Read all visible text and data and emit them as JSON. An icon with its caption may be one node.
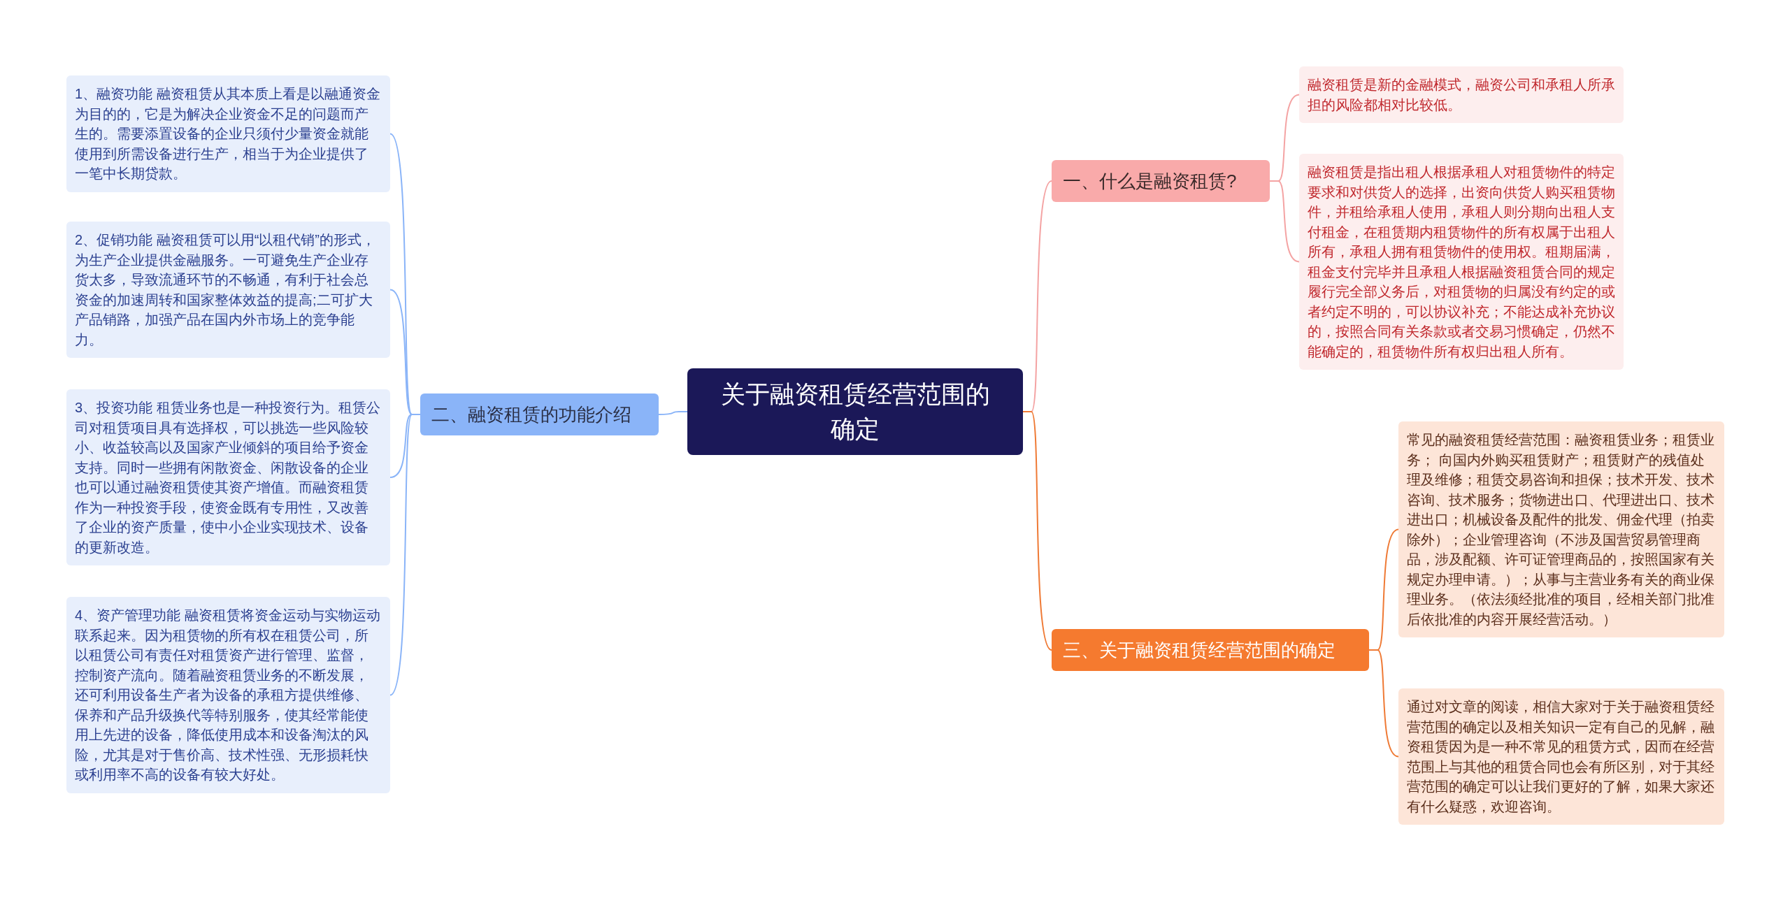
{
  "diagram": {
    "nodes": [
      {
        "text": [
          "关于融资租赁经营范围的确定"
        ]
      },
      {
        "text": [
          "一、什么是融资租赁?"
        ]
      },
      {
        "text": [
          "融资租赁是新的金融模式，融资公司和承租人所承担的风险都相对比较低。"
        ]
      },
      {
        "text": [
          "融资租赁是指出租人根据承租人对租赁物件的特定要求和对供货人的选择，出资向供货人购买租赁物件，并租给承租人使用，承租人则分期向出租人支付租金，在租赁期内租赁物件的所有权属于出租人所有，承租人拥有租赁物件的使用权。租期届满，租金支付完毕并且承租人根据融资租赁合同的规定履行完全部义务后，对租赁物的归属没有约定的或者约定不明的，可以协议补充；不能达成补充协议的，按照合同有关条款或者交易习惯确定，仍然不能确定的，租赁物件所有权归出租人所有。"
        ]
      },
      {
        "text": [
          "三、关于融资租赁经营范围的确定"
        ]
      },
      {
        "text": [
          "常见的融资租赁经营范围：融资租赁业务；租赁业务； 向国内外购买租赁财产；租赁财产的残值处理及维修；租赁交易咨询和担保；技术开发、技术咨询、技术服务；货物进出口、代理进出口、技术进出口；机械设备及配件的批发、佣金代理（拍卖除外）；企业管理咨询（不涉及国营贸易管理商品，涉及配额、许可证管理商品的，按照国家有关规定办理申请。）；从事与主营业务有关的商业保理业务。（依法须经批准的项目，经相关部门批准后依批准的内容开展经营活动。）"
        ]
      },
      {
        "text": [
          "通过对文章的阅读，相信大家对于关于融资租赁经营范围的确定以及相关知识一定有自己的见解，融资租赁因为是一种不常见的租赁方式，因而在经营范围上与其他的租赁合同也会有所区别，对于其经营范围的确定可以让我们更好的了解，如果大家还有什么疑惑，欢迎咨询。"
        ]
      },
      {
        "text": [
          "二、融资租赁的功能介绍"
        ]
      },
      {
        "text": [
          "1、融资功能 融资租赁从其本质上看是以融通资金为目的的，它是为解决企业资金不足的问题而产生的。需要添置设备的企业只须付少量资金就能使用到所需设备进行生产，相当于为企业提供了一笔中长期贷款。"
        ]
      },
      {
        "text": [
          "2、促销功能 融资租赁可以用“以租代销”的形式，为生产企业提供金融服务。一可避免生产企业存货太多，导致流通环节的不畅通，有利于社会总资金的加速周转和国家整体效益的提高;二可扩大产品销路，加强产品在国内外市场上的竞争能力。"
        ]
      },
      {
        "text": [
          "3、投资功能 租赁业务也是一种投资行为。租赁公司对租赁项目具有选择权，可以挑选一些风险较小、收益较高以及国家产业倾斜的项目给予资金支持。同时一些拥有闲散资金、闲散设备的企业也可以通过融资租赁使其资产增值。而融资租赁作为一种投资手段，使资金既有专用性，又改善了企业的资产质量，使中小企业实现技术、设备的更新改造。"
        ]
      },
      {
        "text": [
          "4、资产管理功能 融资租赁将资金运动与实物运动联系起来。因为租赁物的所有权在租赁公司，所以租赁公司有责任对租赁资产进行管理、监督，控制资产流向。随着融资租赁业务的不断发展，还可利用设备生产者为设备的承租方提供维修、保养和产品升级换代等特别服务，使其经常能使用上先进的设备，降低使用成本和设备淘汰的风险，尤其是对于售价高、技术性强、无形损耗快或利用率不高的设备有较大好处。"
        ]
      }
    ],
    "edges": [
      {
        "from": 0,
        "to": 1,
        "arrow": "none",
        "color": "#f4a3a3"
      },
      {
        "from": 1,
        "to": 2,
        "arrow": "none",
        "color": "#f4a3a3"
      },
      {
        "from": 1,
        "to": 3,
        "arrow": "none",
        "color": "#f4a3a3"
      },
      {
        "from": 0,
        "to": 4,
        "arrow": "none",
        "color": "#ef7a35"
      },
      {
        "from": 4,
        "to": 5,
        "arrow": "none",
        "color": "#ef7a35"
      },
      {
        "from": 4,
        "to": 6,
        "arrow": "none",
        "color": "#ef7a35"
      },
      {
        "from": 0,
        "to": 7,
        "arrow": "none",
        "color": "#8ab4f8"
      },
      {
        "from": 7,
        "to": 8,
        "arrow": "none",
        "color": "#8ab4f8"
      },
      {
        "from": 7,
        "to": 9,
        "arrow": "none",
        "color": "#8ab4f8"
      },
      {
        "from": 7,
        "to": 10,
        "arrow": "none",
        "color": "#8ab4f8"
      },
      {
        "from": 7,
        "to": 11,
        "arrow": "none",
        "color": "#8ab4f8"
      }
    ]
  }
}
